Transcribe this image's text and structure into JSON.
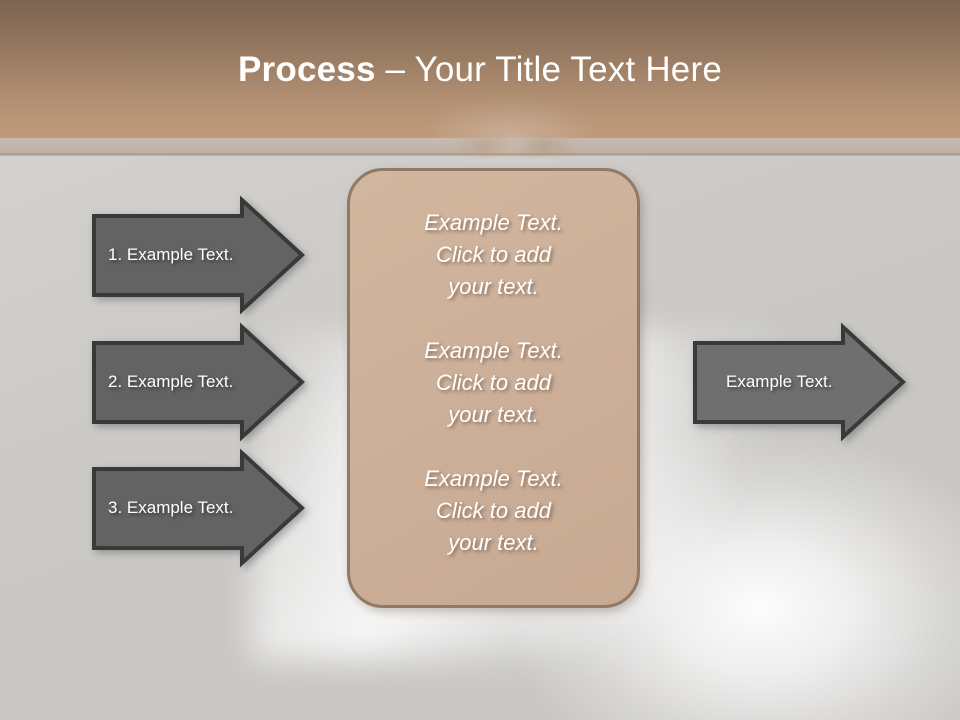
{
  "slide": {
    "title": {
      "strong": "Process",
      "rest": " – Your Title Text Here"
    },
    "colors": {
      "header_gradient_top": "#7d6450",
      "header_gradient_bottom": "#bf9a7c",
      "strip": "#c3b5aa",
      "background": "#cbc9c6",
      "center_box_fill": "#cdb099",
      "center_box_border": "#907a66",
      "arrow_fill": "#636363",
      "arrow_border": "#393939",
      "text_on_arrow": "#ffffff",
      "text_in_box": "#ffffff"
    }
  },
  "left_arrows": [
    {
      "label": "1. Example Text."
    },
    {
      "label": "2. Example Text."
    },
    {
      "label": "3. Example Text."
    }
  ],
  "center_box": {
    "blocks": [
      "Example Text.\nClick  to add\nyour text.",
      "Example Text.\nClick  to add\nyour text.",
      "Example Text.\nClick  to add\nyour text."
    ]
  },
  "right_arrow": {
    "label": "Example Text."
  }
}
